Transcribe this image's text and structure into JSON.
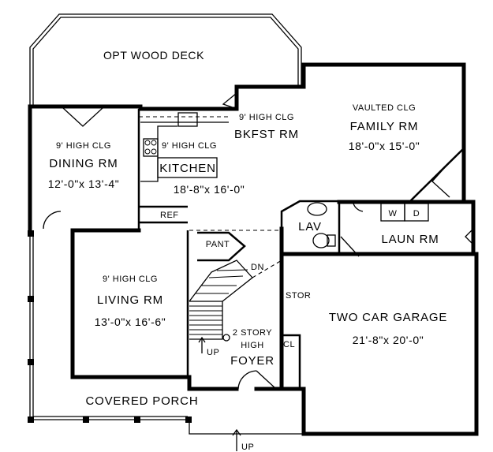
{
  "rooms": {
    "deck": {
      "name": "OPT WOOD DECK"
    },
    "dining": {
      "ceiling": "9' HIGH CLG",
      "name": "DINING RM",
      "size": "12'-0\"x 13'-4\""
    },
    "kitchen": {
      "ceiling": "9' HIGH CLG",
      "name": "KITCHEN",
      "size": "18'-8\"x 16'-0\""
    },
    "bkfst": {
      "ceiling": "9' HIGH CLG",
      "name": "BKFST RM"
    },
    "family": {
      "ceiling": "VAULTED CLG",
      "name": "FAMILY RM",
      "size": "18'-0\"x 15'-0\""
    },
    "ref": {
      "name": "REF"
    },
    "lav": {
      "name": "LAV"
    },
    "laundry": {
      "name": "LAUN RM",
      "washer": "W",
      "dryer": "D"
    },
    "pantry": {
      "name": "PANT"
    },
    "living": {
      "ceiling": "9' HIGH CLG",
      "name": "LIVING RM",
      "size": "13'-0\"x 16'-6\""
    },
    "foyer": {
      "line1": "2 STORY",
      "line2": "HIGH",
      "name": "FOYER"
    },
    "storage": {
      "name": "STOR"
    },
    "closet": {
      "name": "CL"
    },
    "garage": {
      "name": "TWO CAR GARAGE",
      "size": "21'-8\"x 20'-0\""
    },
    "porch": {
      "name": "COVERED PORCH"
    }
  },
  "stairs": {
    "down": "DN",
    "up": "UP"
  },
  "entry": {
    "up": "UP"
  }
}
